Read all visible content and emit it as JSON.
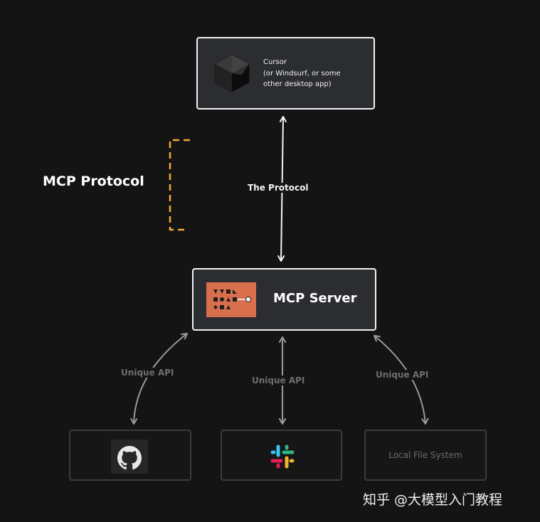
{
  "top_node": {
    "line1": "Cursor",
    "line2": "(or Windsurf, or some",
    "line3": "other desktop app)",
    "icon": "cursor-cube-icon"
  },
  "protocol_bracket_label": "MCP Protocol",
  "protocol_edge_label": "The Protocol",
  "server_node": {
    "label": "MCP Server",
    "icon": "anthropic-logo-icon"
  },
  "api_labels": [
    "Unique API",
    "Unique API",
    "Unique API"
  ],
  "bottom_nodes": {
    "github_icon": "github-icon",
    "slack_icon": "slack-icon",
    "fs_label": "Local File System"
  },
  "watermark": "知乎 @大模型入门教程",
  "colors": {
    "background": "#141414",
    "node_fill": "#2b2d31",
    "node_border": "#f2f2f2",
    "dim_border": "#3c3c3c",
    "bracket": "#f2a93b",
    "server_logo": "#d9704d",
    "dim_text": "#6e6e6e"
  }
}
